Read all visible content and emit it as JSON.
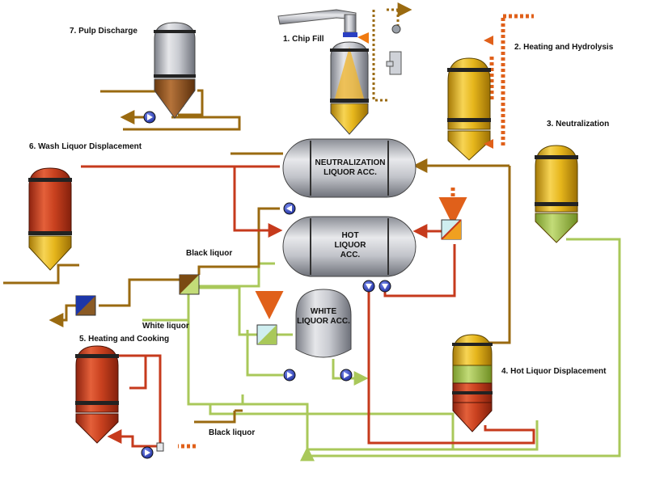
{
  "labels": {
    "chip_fill": "1. Chip Fill",
    "heating_hydrolysis": "2. Heating and Hydrolysis",
    "neutralization": "3. Neutralization",
    "hot_liquor_displacement": "4. Hot Liquor Displacement",
    "heating_cooking": "5. Heating and Cooking",
    "wash_liquor_displacement": "6. Wash Liquor Displacement",
    "pulp_discharge": "7. Pulp Discharge",
    "black_liquor_upper": "Black liquor",
    "white_liquor": "White liquor",
    "black_liquor_lower": "Black liquor"
  },
  "tanks": {
    "neutralization_acc": [
      "NEUTRALIZATION",
      "LIQUOR ACC."
    ],
    "hot_liquor_acc": [
      "HOT",
      "LIQUOR",
      "ACC."
    ],
    "white_liquor_acc": [
      "WHITE",
      "LIQUOR ACC."
    ]
  },
  "colors": {
    "brown_line": "#9a6a10",
    "red_line": "#c63a1c",
    "green_line": "#a9c85a",
    "orange_dotted": "#e0601a",
    "vessel_gray": "#b9bcc4",
    "vessel_yellow": "#e2b417",
    "vessel_red": "#c4391c",
    "pump_blue": "#2a3fc2"
  }
}
